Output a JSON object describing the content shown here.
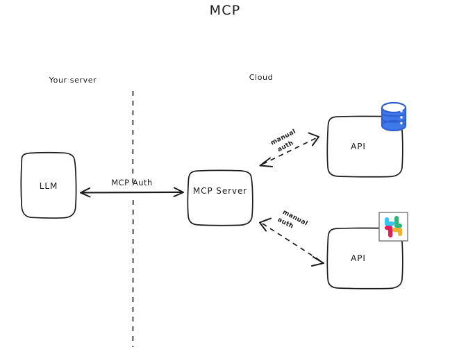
{
  "diagram": {
    "title": "MCP",
    "zones": [
      {
        "id": "your-server",
        "label": "Your server"
      },
      {
        "id": "cloud",
        "label": "Cloud"
      }
    ],
    "nodes": [
      {
        "id": "llm",
        "label": "LLM",
        "icon": null
      },
      {
        "id": "mcp-server",
        "label": "MCP Server",
        "icon": null
      },
      {
        "id": "api-database",
        "label": "API",
        "icon": "database-icon"
      },
      {
        "id": "api-slack",
        "label": "API",
        "icon": "slack-icon"
      }
    ],
    "edges": [
      {
        "id": "llm-to-mcp-server",
        "label": "MCP Auth",
        "label_part_1": "MCP",
        "label_part_2": "Auth",
        "style": "solid",
        "direction": "bidirectional"
      },
      {
        "id": "mcp-server-to-api-database",
        "label_line_1": "manual",
        "label_line_2": "auth",
        "style": "dashed",
        "direction": "bidirectional"
      },
      {
        "id": "mcp-server-to-api-slack",
        "label_line_1": "manual",
        "label_line_2": "auth",
        "style": "dashed",
        "direction": "bidirectional"
      }
    ],
    "colors": {
      "ink": "#1a1a1a",
      "background": "#ffffff",
      "database_blue": "#2f5fd0",
      "database_blue_light": "#3f78e8",
      "slack_green": "#2eb67d",
      "slack_blue": "#36c5f0",
      "slack_red": "#e01e5a",
      "slack_yellow": "#ecb22e"
    }
  }
}
